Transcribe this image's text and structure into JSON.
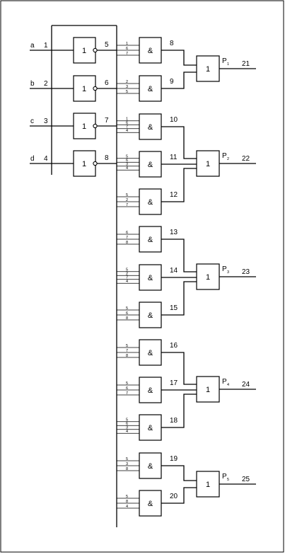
{
  "inputs": [
    {
      "name": "a",
      "num": "1",
      "inv_out": "5"
    },
    {
      "name": "b",
      "num": "2",
      "inv_out": "6"
    },
    {
      "name": "c",
      "num": "3",
      "inv_out": "7"
    },
    {
      "name": "d",
      "num": "4",
      "inv_out": "8"
    }
  ],
  "inverter_symbol": "1",
  "and_symbol": "&",
  "or_symbol": "1",
  "and_gates": [
    {
      "inputs": [
        "1",
        "6",
        "7"
      ],
      "out": "8"
    },
    {
      "inputs": [
        "2",
        "3",
        "5"
      ],
      "out": "9"
    },
    {
      "inputs": [
        "1",
        "6",
        "7",
        "4"
      ],
      "out": "10"
    },
    {
      "inputs": [
        "5",
        "6",
        "3",
        "4"
      ],
      "out": "11"
    },
    {
      "inputs": [
        "5",
        "2",
        "7"
      ],
      "out": "12"
    },
    {
      "inputs": [
        "6",
        "7",
        "8"
      ],
      "out": "13"
    },
    {
      "inputs": [
        "5",
        "2",
        "7",
        "4"
      ],
      "out": "14"
    },
    {
      "inputs": [
        "5",
        "6",
        "8"
      ],
      "out": "15"
    },
    {
      "inputs": [
        "5",
        "7",
        "8"
      ],
      "out": "16"
    },
    {
      "inputs": [
        "5",
        "6",
        "7"
      ],
      "out": "17"
    },
    {
      "inputs": [
        "5",
        "6",
        "3",
        "4"
      ],
      "out": "18"
    },
    {
      "inputs": [
        "5",
        "3",
        "8"
      ],
      "out": "19"
    },
    {
      "inputs": [
        "5",
        "8",
        "4"
      ],
      "out": "20"
    }
  ],
  "or_gates": [
    {
      "label": "P",
      "sub": "1",
      "out": "21"
    },
    {
      "label": "P",
      "sub": "2",
      "out": "22"
    },
    {
      "label": "P",
      "sub": "3",
      "out": "23"
    },
    {
      "label": "P",
      "sub": "4",
      "out": "24"
    },
    {
      "label": "P",
      "sub": "5",
      "out": "25"
    }
  ]
}
